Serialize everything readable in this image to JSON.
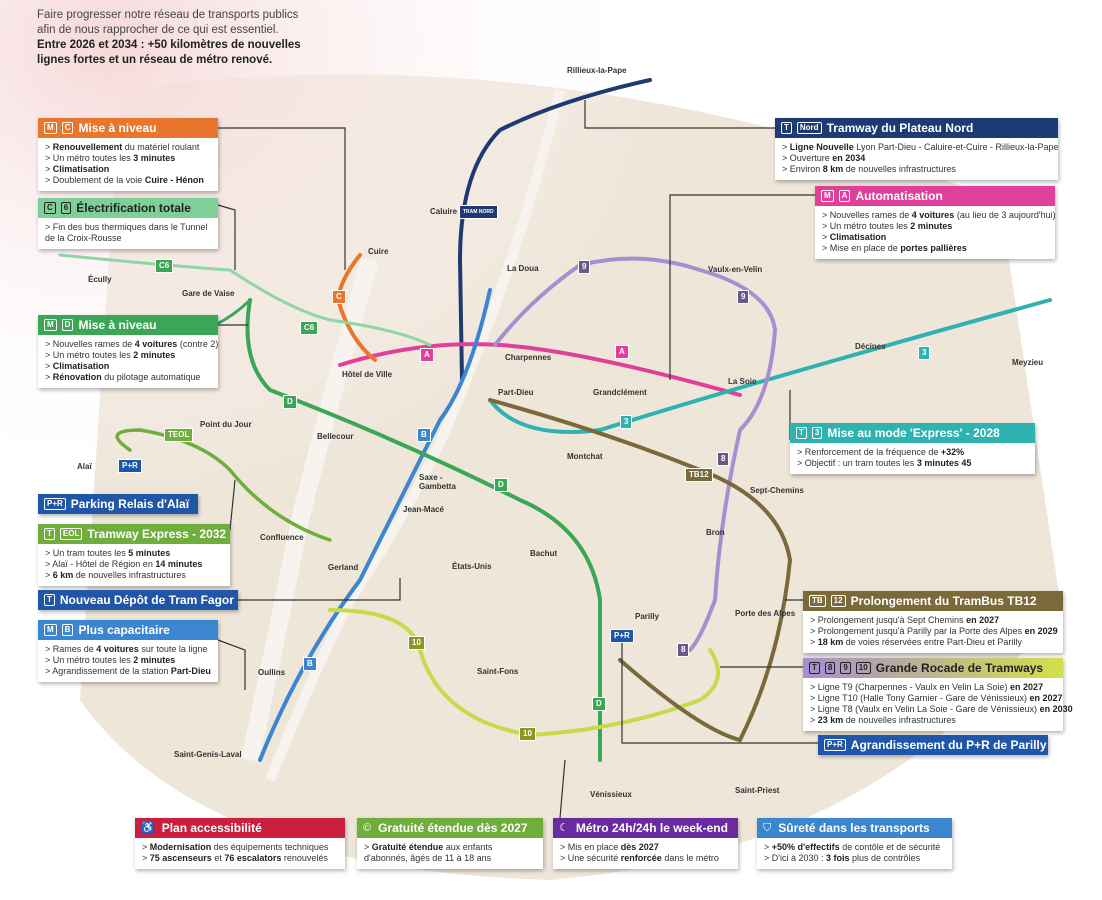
{
  "intro": {
    "line1": "Faire progresser notre réseau de transports publics",
    "line2": "afin de nous rapprocher de ce qui est essentiel.",
    "line3": "Entre 2026 et 2034 : +50 kilomètres de nouvelles",
    "line4": "lignes fortes et un réseau de métro renové."
  },
  "colors": {
    "metroA": "#e0409a",
    "metroB": "#3b86cf",
    "metroC": "#e8762c",
    "metroD": "#3aa656",
    "t3": "#2fb3b0",
    "nord": "#1d3a72",
    "tb12": "#7a6a3a",
    "rocade": "#a78ed0",
    "t10": "#c6da4a",
    "eol": "#6fae3c"
  },
  "boxes": {
    "mc": {
      "tags": [
        "M",
        "C"
      ],
      "title": "Mise à niveau",
      "items": [
        "> Renouvellement du matériel roulant",
        "> Un métro toutes les 3 minutes",
        "> Climatisation",
        "> Doublement de la voie Cuire - Hénon"
      ]
    },
    "c6": {
      "tags": [
        "C",
        "6"
      ],
      "title": "Électrification totale",
      "items": [
        "> Fin des bus thermiques dans le Tunnel",
        "de la Croix-Rousse"
      ]
    },
    "md": {
      "tags": [
        "M",
        "D"
      ],
      "title": "Mise à niveau",
      "items": [
        "> Nouvelles rames de 4 voitures (contre 2)",
        "> Un métro toutes les 2 minutes",
        "> Climatisation",
        "> Rénovation du pilotage automatique"
      ]
    },
    "alai": {
      "tags": [
        "P+R"
      ],
      "title": "Parking Relais d'Alaï"
    },
    "eol": {
      "tags": [
        "T",
        "EOL"
      ],
      "title": "Tramway Express - 2032",
      "items": [
        "> Un tram toutes les 5 minutes",
        "> Alaï - Hôtel de Région en 14 minutes",
        "> 6 km de nouvelles infrastructures"
      ]
    },
    "fagor": {
      "tags": [
        "T"
      ],
      "title": "Nouveau Dépôt de Tram Fagor"
    },
    "mb": {
      "tags": [
        "M",
        "B"
      ],
      "title": "Plus capacitaire",
      "items": [
        "> Rames de 4 voitures sur toute la ligne",
        "> Un métro toutes les 2 minutes",
        "> Agrandissement de la station Part-Dieu"
      ]
    },
    "nord": {
      "tags": [
        "T",
        "Nord"
      ],
      "title": "Tramway du Plateau Nord",
      "items": [
        "> Ligne Nouvelle Lyon Part-Dieu - Caluire-et-Cuire - Rillieux-la-Pape",
        "> Ouverture en 2034",
        "> Environ 8 km de nouvelles infrastructures"
      ]
    },
    "ma": {
      "tags": [
        "M",
        "A"
      ],
      "title": "Automatisation",
      "items": [
        "> Nouvelles rames de 4 voitures (au lieu de 3 aujourd'hui)",
        "> Un métro toutes les 2 minutes",
        "> Climatisation",
        "> Mise en place de portes pallières"
      ]
    },
    "t3": {
      "tags": [
        "T",
        "3"
      ],
      "title": "Mise au mode 'Express' - 2028",
      "items": [
        "> Renforcement de la fréquence de +32%",
        "> Objectif : un tram toutes les 3 minutes 45"
      ]
    },
    "tb12": {
      "tags": [
        "TB",
        "12"
      ],
      "title": "Prolongement du TramBus TB12",
      "items": [
        "> Prolongement jusqu'à Sept Chemins en 2027",
        "> Prolongement jusqu'à Parilly par la Porte des Alpes en 2029",
        "> 18 km de voies réservées entre Part-Dieu et Parilly"
      ]
    },
    "rocade": {
      "tags": [
        "T",
        "8",
        "9",
        "10"
      ],
      "title": "Grande Rocade de Tramways",
      "items": [
        "> Ligne T9 (Charpennes - Vaulx en Velin La Soie) en 2027",
        "> Ligne T10 (Halle Tony Garnier - Gare de Vénissieux) en 2027",
        "> Ligne T8 (Vaulx en Velin La Soie - Gare de Vénissieux) en 2030",
        "> 23 km de nouvelles infrastructures"
      ]
    },
    "parilly": {
      "tags": [
        "P+R"
      ],
      "title": "Agrandissement du P+R de Parilly"
    },
    "access": {
      "title": "Plan accessibilité",
      "items": [
        "> Modernisation des équipements techniques",
        "> 75 ascenseurs et 76 escalators renouvelés"
      ]
    },
    "gratuite": {
      "title": "Gratuité étendue dès 2027",
      "items": [
        "> Gratuité étendue aux enfants",
        "d'abonnés, âgés de 11 à 18 ans"
      ]
    },
    "nuit": {
      "title": "Métro 24h/24h le week-end",
      "items": [
        "> Mis en place dès 2027",
        "> Une sécurité renforcée dans le métro"
      ]
    },
    "surete": {
      "title": "Sûreté dans les transports",
      "items": [
        "> +50% d'effectifs de contôle et de sécurité",
        "> D'ici à 2030 : 3 fois plus de contrôles"
      ]
    }
  },
  "stations": [
    "Rillieux-la-Pape",
    "Caluire",
    "Cuire",
    "Écully",
    "Gare de Vaise",
    "La Doua",
    "Vaulx-en-Velin",
    "Charpennes",
    "Hôtel de Ville",
    "Part-Dieu",
    "Grandclément",
    "La Soie",
    "Décines",
    "Meyzieu",
    "Point du Jour",
    "Alaï",
    "Bellecour",
    "Saxe - Gambetta",
    "Montchat",
    "Sept-Chemins",
    "Jean-Macé",
    "Confluence",
    "Bron",
    "Bachut",
    "Gerland",
    "États-Unis",
    "Parilly",
    "Porte des Alpes",
    "Saint-Fons",
    "Oullins",
    "Vénissieux",
    "Saint-Priest",
    "Saint-Genis-Laval"
  ],
  "line_labels": {
    "a": "A",
    "b": "B",
    "c": "C",
    "d": "D",
    "c6": "C6",
    "t3": "3",
    "t9": "9",
    "t8": "8",
    "t10": "10",
    "tb12": "TB12",
    "eol": "TEOL",
    "pr": "P+R",
    "nord": "TRAM NORD"
  }
}
